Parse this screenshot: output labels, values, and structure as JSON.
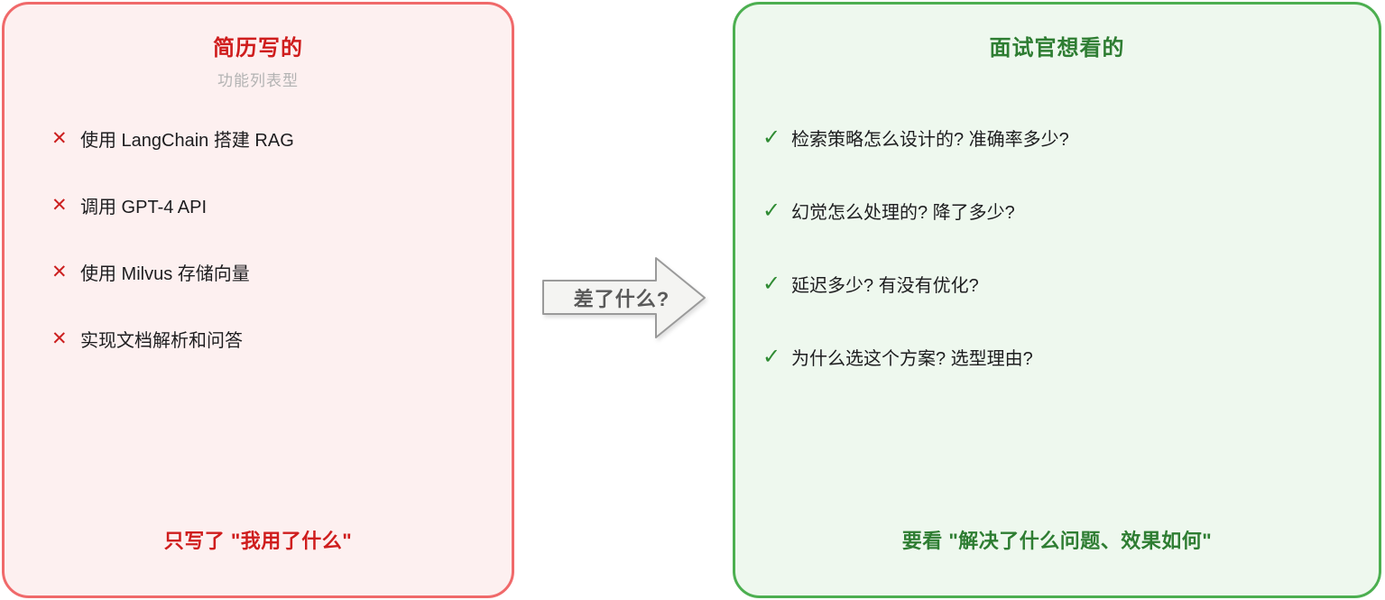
{
  "panels": {
    "left": {
      "title": "简历写的",
      "subtitle": "功能列表型",
      "items": [
        "使用 LangChain 搭建 RAG",
        "调用 GPT-4 API",
        "使用 Milvus 存储向量",
        "实现文档解析和问答"
      ],
      "footer": "只写了 \"我用了什么\"",
      "accent_color": "#cf1d1d",
      "border_color": "#f0696a",
      "bg_color": "#fdf0f0"
    },
    "right": {
      "title": "面试官想看的",
      "items": [
        "检索策略怎么设计的? 准确率多少?",
        "幻觉怎么处理的? 降了多少?",
        "延迟多少? 有没有优化?",
        "为什么选这个方案? 选型理由?"
      ],
      "footer": "要看 \"解决了什么问题、效果如何\"",
      "accent_color": "#2e7d32",
      "border_color": "#4caf50",
      "bg_color": "#eef8ee"
    }
  },
  "arrow": {
    "label": "差了什么?",
    "fill": "#f4f4f2",
    "border": "#9a9a9a",
    "text_color": "#595959"
  },
  "icons": {
    "cross": "✕",
    "check": "✓"
  }
}
